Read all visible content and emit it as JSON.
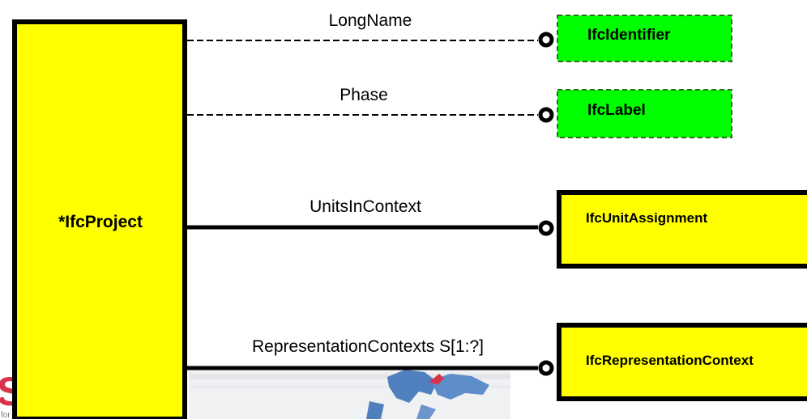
{
  "diagram": {
    "entity": {
      "label": "*IfcProject"
    },
    "relations": [
      {
        "attribute": "LongName",
        "target": "IfcIdentifier",
        "style": "dashed",
        "target_kind": "defined-type"
      },
      {
        "attribute": "Phase",
        "target": "IfcLabel",
        "style": "dashed",
        "target_kind": "defined-type"
      },
      {
        "attribute": "UnitsInContext",
        "target": "IfcUnitAssignment",
        "style": "solid",
        "target_kind": "entity"
      },
      {
        "attribute": "RepresentationContexts S[1:?]",
        "target": "IfcRepresentationContext",
        "style": "solid",
        "target_kind": "entity"
      }
    ]
  },
  "colors": {
    "entity_fill": "#ffff00",
    "type_fill": "#00ff00",
    "type_border": "#2d6b1f",
    "line": "#000000",
    "logo_red": "#d8334a",
    "map_blue": "#4f7fbf"
  },
  "background": {
    "logo_fragment": "S",
    "logo_subtext": "for"
  }
}
